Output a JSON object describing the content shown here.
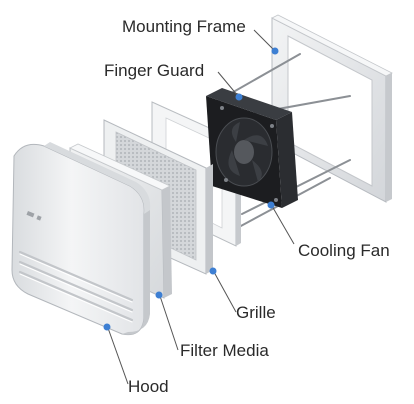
{
  "diagram": {
    "labels": {
      "mounting_frame": "Mounting Frame",
      "finger_guard": "Finger Guard",
      "cooling_fan": "Cooling Fan",
      "grille": "Grille",
      "filter_media": "Filter Media",
      "hood": "Hood"
    },
    "colors": {
      "part_light": "#eceef0",
      "part_shadow": "#c9ccd0",
      "fan_body": "#1c1d20",
      "callout_line": "#555555",
      "callout_dot": "#3d7fd3",
      "label_text": "#2a2a2a"
    }
  }
}
